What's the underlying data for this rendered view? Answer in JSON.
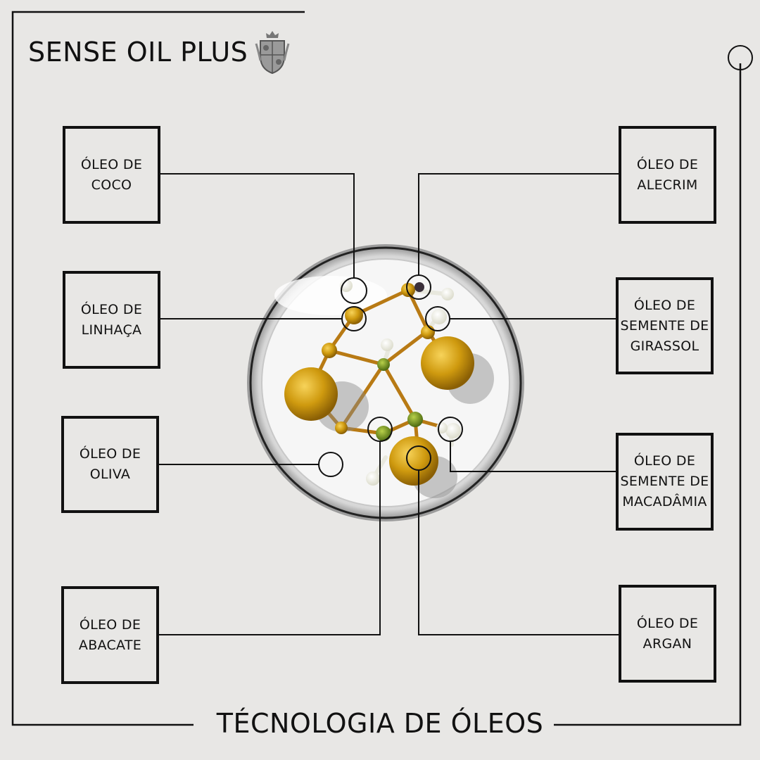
{
  "header": {
    "brand": "SENSE OIL PLUS",
    "crest_icon": "coat-of-arms-icon"
  },
  "footer": {
    "title": "TÉCNOLOGIA DE ÓLEOS"
  },
  "oils": [
    {
      "line1": "ÓLEO DE",
      "line2": "COCO"
    },
    {
      "line1": "ÓLEO DE",
      "line2": "LINHAÇA"
    },
    {
      "line1": "ÓLEO DE",
      "line2": "OLIVA"
    },
    {
      "line1": "ÓLEO DE",
      "line2": "ABACATE"
    },
    {
      "line1": "ÓLEO DE",
      "line2": "ALECRIM"
    },
    {
      "line1": "ÓLEO DE",
      "line2": "SEMENTE DE",
      "line3": "GIRASSOL"
    },
    {
      "line1": "ÓLEO DE",
      "line2": "SEMENTE DE",
      "line3": "MACADÂMIA"
    },
    {
      "line1": "ÓLEO DE",
      "line2": "ARGAN"
    }
  ],
  "colors": {
    "background": "#e8e7e5",
    "ink": "#111111",
    "oil": "#c9960e"
  }
}
